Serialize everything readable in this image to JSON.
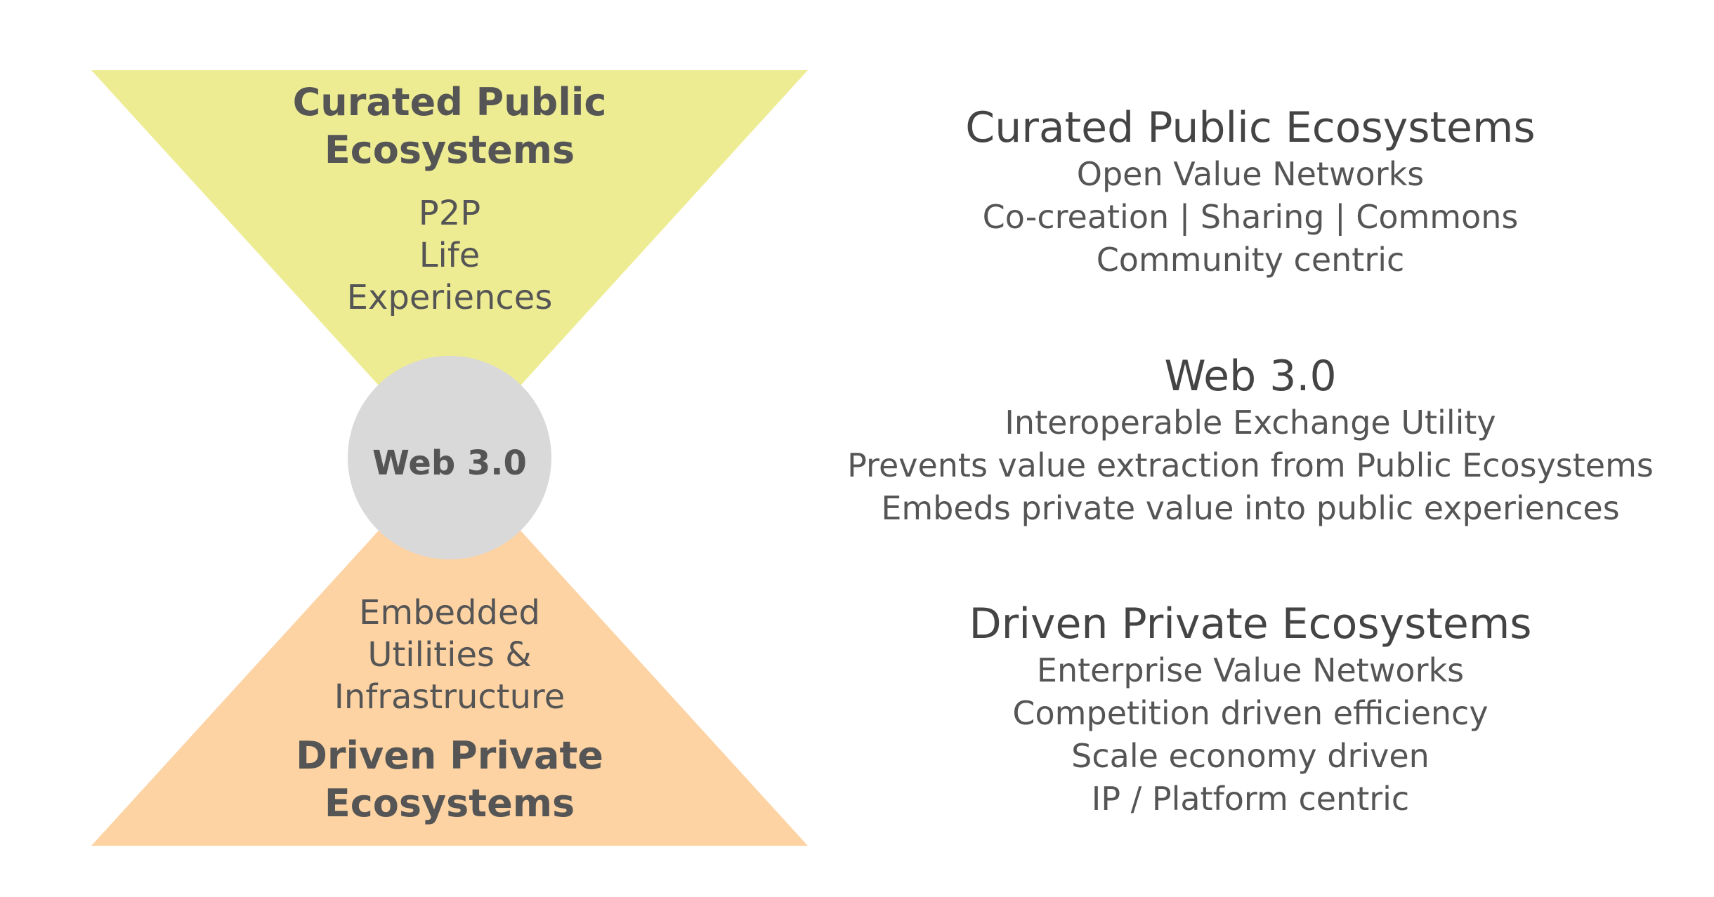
{
  "diagram": {
    "colors": {
      "top_triangle": "#eeec93",
      "bottom_triangle": "#fdd3a3",
      "hub_circle": "#d9d9d9",
      "text": "#555555"
    },
    "top": {
      "title": "Curated Public\nEcosystems",
      "lines": [
        "P2P",
        "Life",
        "Experiences"
      ]
    },
    "hub": {
      "label": "Web 3.0"
    },
    "bottom": {
      "lines": [
        "Embedded",
        "Utilities &",
        "Infrastructure"
      ],
      "title": "Driven Private\nEcosystems"
    }
  },
  "descriptions": [
    {
      "title": "Curated Public Ecosystems",
      "lines": [
        "Open Value Networks",
        "Co-creation | Sharing | Commons",
        "Community centric"
      ]
    },
    {
      "title": "Web 3.0",
      "lines": [
        "Interoperable Exchange Utility",
        "Prevents value extraction from Public Ecosystems",
        "Embeds private value into public experiences"
      ]
    },
    {
      "title": "Driven Private Ecosystems",
      "lines": [
        "Enterprise Value Networks",
        "Competition driven efficiency",
        "Scale economy driven",
        "IP / Platform centric"
      ]
    }
  ]
}
